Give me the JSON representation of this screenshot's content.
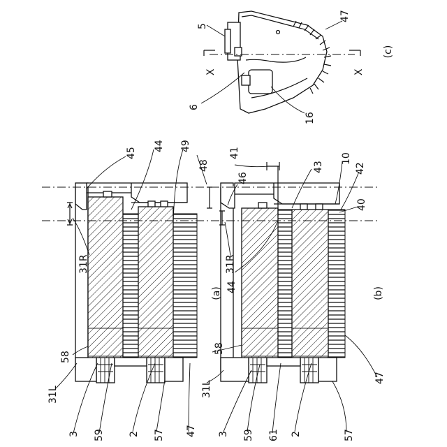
{
  "figure": {
    "panel_labels": {
      "a": "(a)",
      "b": "(b)",
      "c": "(c)"
    },
    "refs": {
      "r3": "3",
      "r59": "59",
      "r2": "2",
      "r57": "57",
      "r47": "47",
      "r58": "58",
      "r31L": "31L",
      "r31R": "31R",
      "r45": "45",
      "r44": "44",
      "r49": "49",
      "r48": "48",
      "r41": "41",
      "r46": "46",
      "r43": "43",
      "r10": "10",
      "r42": "42",
      "r40": "40",
      "r61": "61",
      "r5": "5",
      "r6": "6",
      "r16": "16",
      "x_left": "X",
      "x_right": "X"
    }
  },
  "colors": {
    "ink": "#111111",
    "paper": "#ffffff"
  }
}
